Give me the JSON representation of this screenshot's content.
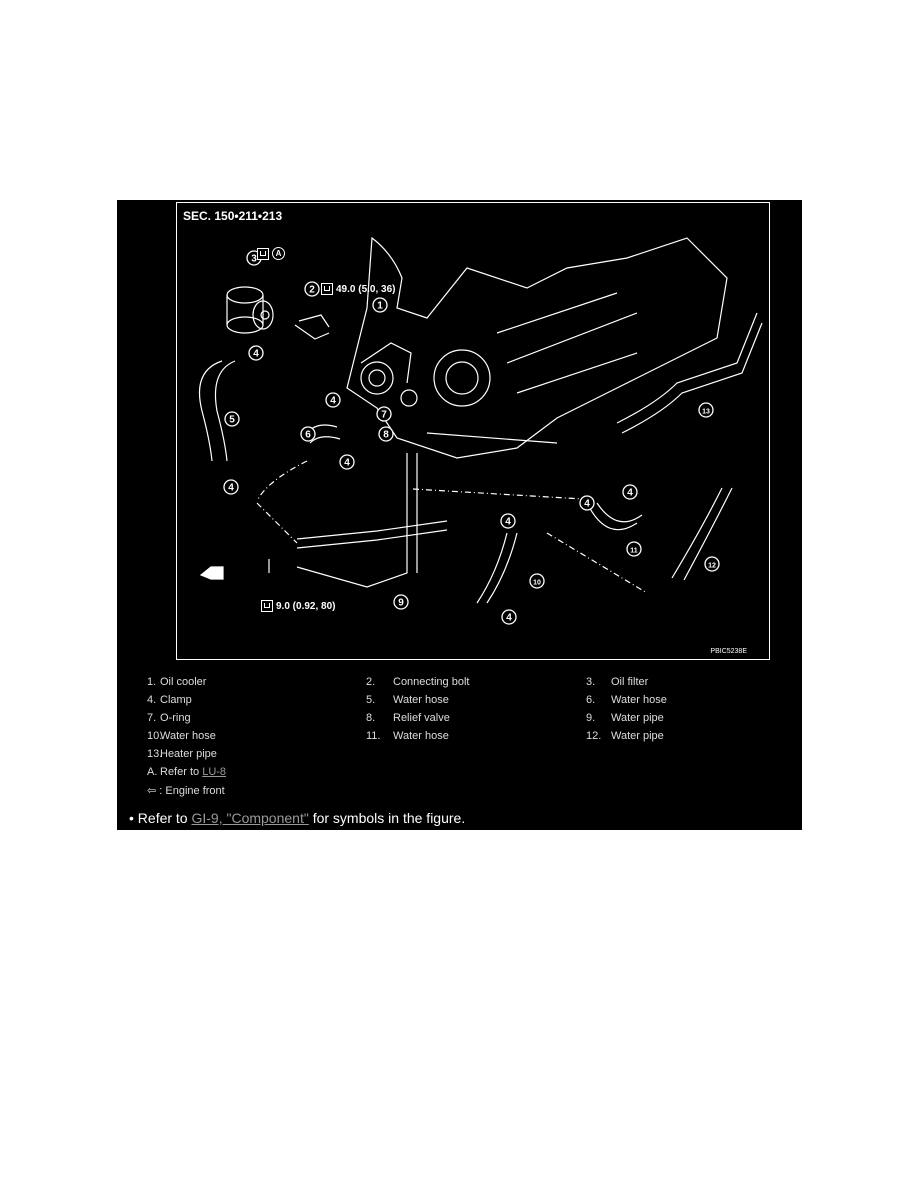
{
  "figure": {
    "section": "SEC. 150•211•213",
    "torque_connecting_bolt": "49.0 (5.0, 36)",
    "torque_water_pipe_bolt": "9.0 (0.92, 80)",
    "code": "PBIC5238E",
    "symbol_A": "A",
    "callouts": [
      "3",
      "2",
      "1",
      "4",
      "5",
      "4",
      "7",
      "6",
      "8",
      "4",
      "4",
      "13",
      "4",
      "4",
      "4",
      "10",
      "11",
      "12",
      "4",
      "9"
    ]
  },
  "legend": {
    "items": [
      {
        "num": "1.",
        "label": "Oil cooler"
      },
      {
        "num": "2.",
        "label": "Connecting bolt"
      },
      {
        "num": "3.",
        "label": "Oil filter"
      },
      {
        "num": "4.",
        "label": "Clamp"
      },
      {
        "num": "5.",
        "label": "Water hose"
      },
      {
        "num": "6.",
        "label": "Water hose"
      },
      {
        "num": "7.",
        "label": "O-ring"
      },
      {
        "num": "8.",
        "label": "Relief valve"
      },
      {
        "num": "9.",
        "label": "Water pipe"
      },
      {
        "num": "10.",
        "label": "Water hose"
      },
      {
        "num": "11.",
        "label": "Water hose"
      },
      {
        "num": "12.",
        "label": "Water pipe"
      },
      {
        "num": "13.",
        "label": "Heater pipe"
      }
    ],
    "a_num": "A.",
    "a_text": "Refer to",
    "a_link": "LU-8",
    "front_arrow": "⇦",
    "front_text": ": Engine front"
  },
  "note": {
    "prefix": "• Refer to",
    "link": "GI-9, \"Component\"",
    "suffix": "for symbols in the figure."
  }
}
